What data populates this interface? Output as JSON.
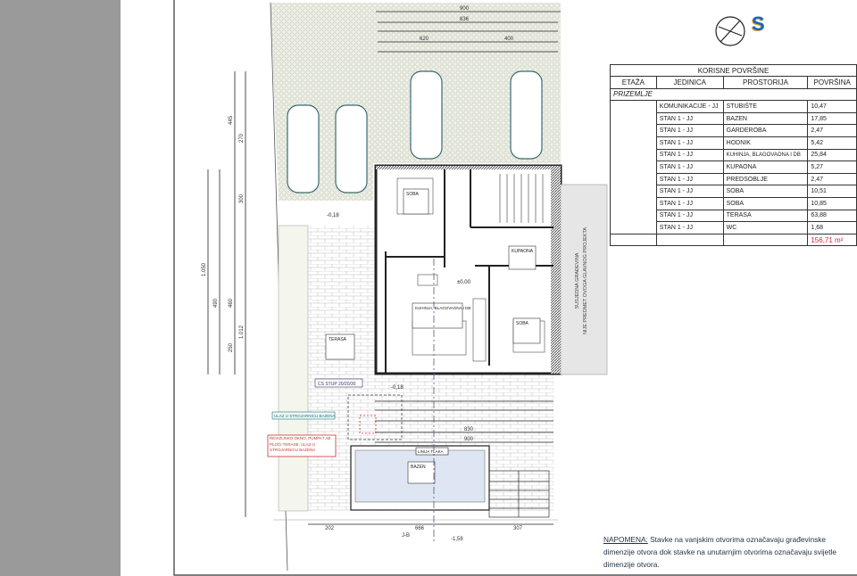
{
  "north_label": "S",
  "table": {
    "title": "KORISNE POVRŠINE",
    "headers": [
      "ETAŽA",
      "JEDINICA",
      "PROSTORIJA",
      "POVRŠINA"
    ],
    "floor": "PRIZEMLJE",
    "rows": [
      {
        "unit": "KOMUNIKACIJE - JJ",
        "room": "STUBIŠTE",
        "area": "10,47"
      },
      {
        "unit": "STAN 1 - JJ",
        "room": "BAZEN",
        "area": "17,85"
      },
      {
        "unit": "STAN 1 - JJ",
        "room": "GARDEROBA",
        "area": "2,47"
      },
      {
        "unit": "STAN 1 - JJ",
        "room": "HODNIK",
        "area": "5,42"
      },
      {
        "unit": "STAN 1 - JJ",
        "room": "KUHINJA, BLAGOVAONA I DB",
        "area": "25,84"
      },
      {
        "unit": "STAN 1 - JJ",
        "room": "KUPAONA",
        "area": "5,27"
      },
      {
        "unit": "STAN 1 - JJ",
        "room": "PREDSOBLJE",
        "area": "2,47"
      },
      {
        "unit": "STAN 1 - JJ",
        "room": "SOBA",
        "area": "10,51"
      },
      {
        "unit": "STAN 1 - JJ",
        "room": "SOBA",
        "area": "10,85"
      },
      {
        "unit": "STAN 1 - JJ",
        "room": "TERASA",
        "area": "63,88"
      },
      {
        "unit": "STAN 1 - JJ",
        "room": "WC",
        "area": "1,68"
      }
    ],
    "total": "156,71 m²",
    "total_color": "#e0203a"
  },
  "note": {
    "label": "NAPOMENA:",
    "text": "Stavke na vanjskim otvorima označavaju građevinske dimenzije otvora dok stavke na unutarnjim otvorima označavaju svijetle dimenzije otvora."
  },
  "plan": {
    "neighbor_line1": "SUSJEDNA GRAĐEVINA",
    "neighbor_line2": "NIJE PREDMET OVOGA GLAVNOG PROJEKTA",
    "level_0": "±0,00",
    "level_terrace": "-0,18",
    "level_garden": "-1,58",
    "section_mark": "J-B",
    "dims_bottom": [
      "202",
      "666",
      "307"
    ],
    "dims_pool": [
      "900",
      "830"
    ],
    "dims_top": [
      "900",
      "836",
      "620",
      "400"
    ],
    "room_soba": "SOBA",
    "room_terasa": "TERASA",
    "room_bazen": "BAZEN",
    "room_kupaona": "KUPAONA",
    "room_kitchen": "KUHINJA, BLAGOVAONA I DB",
    "pool_label": "LINIJA TLAKA",
    "strojarnica_label": "ULAZ U STROJARNICU BAZENA",
    "red_note": "REVIZIJSKO OKNO, PUMPA? AB PLOČI TERASE, ULAZ U STROJARNICU BAZENA",
    "column_label": "CS STUP 20/20/30",
    "dims_left": [
      "445",
      "270",
      "300",
      "1.050",
      "1.012",
      "490",
      "460",
      "250"
    ]
  }
}
